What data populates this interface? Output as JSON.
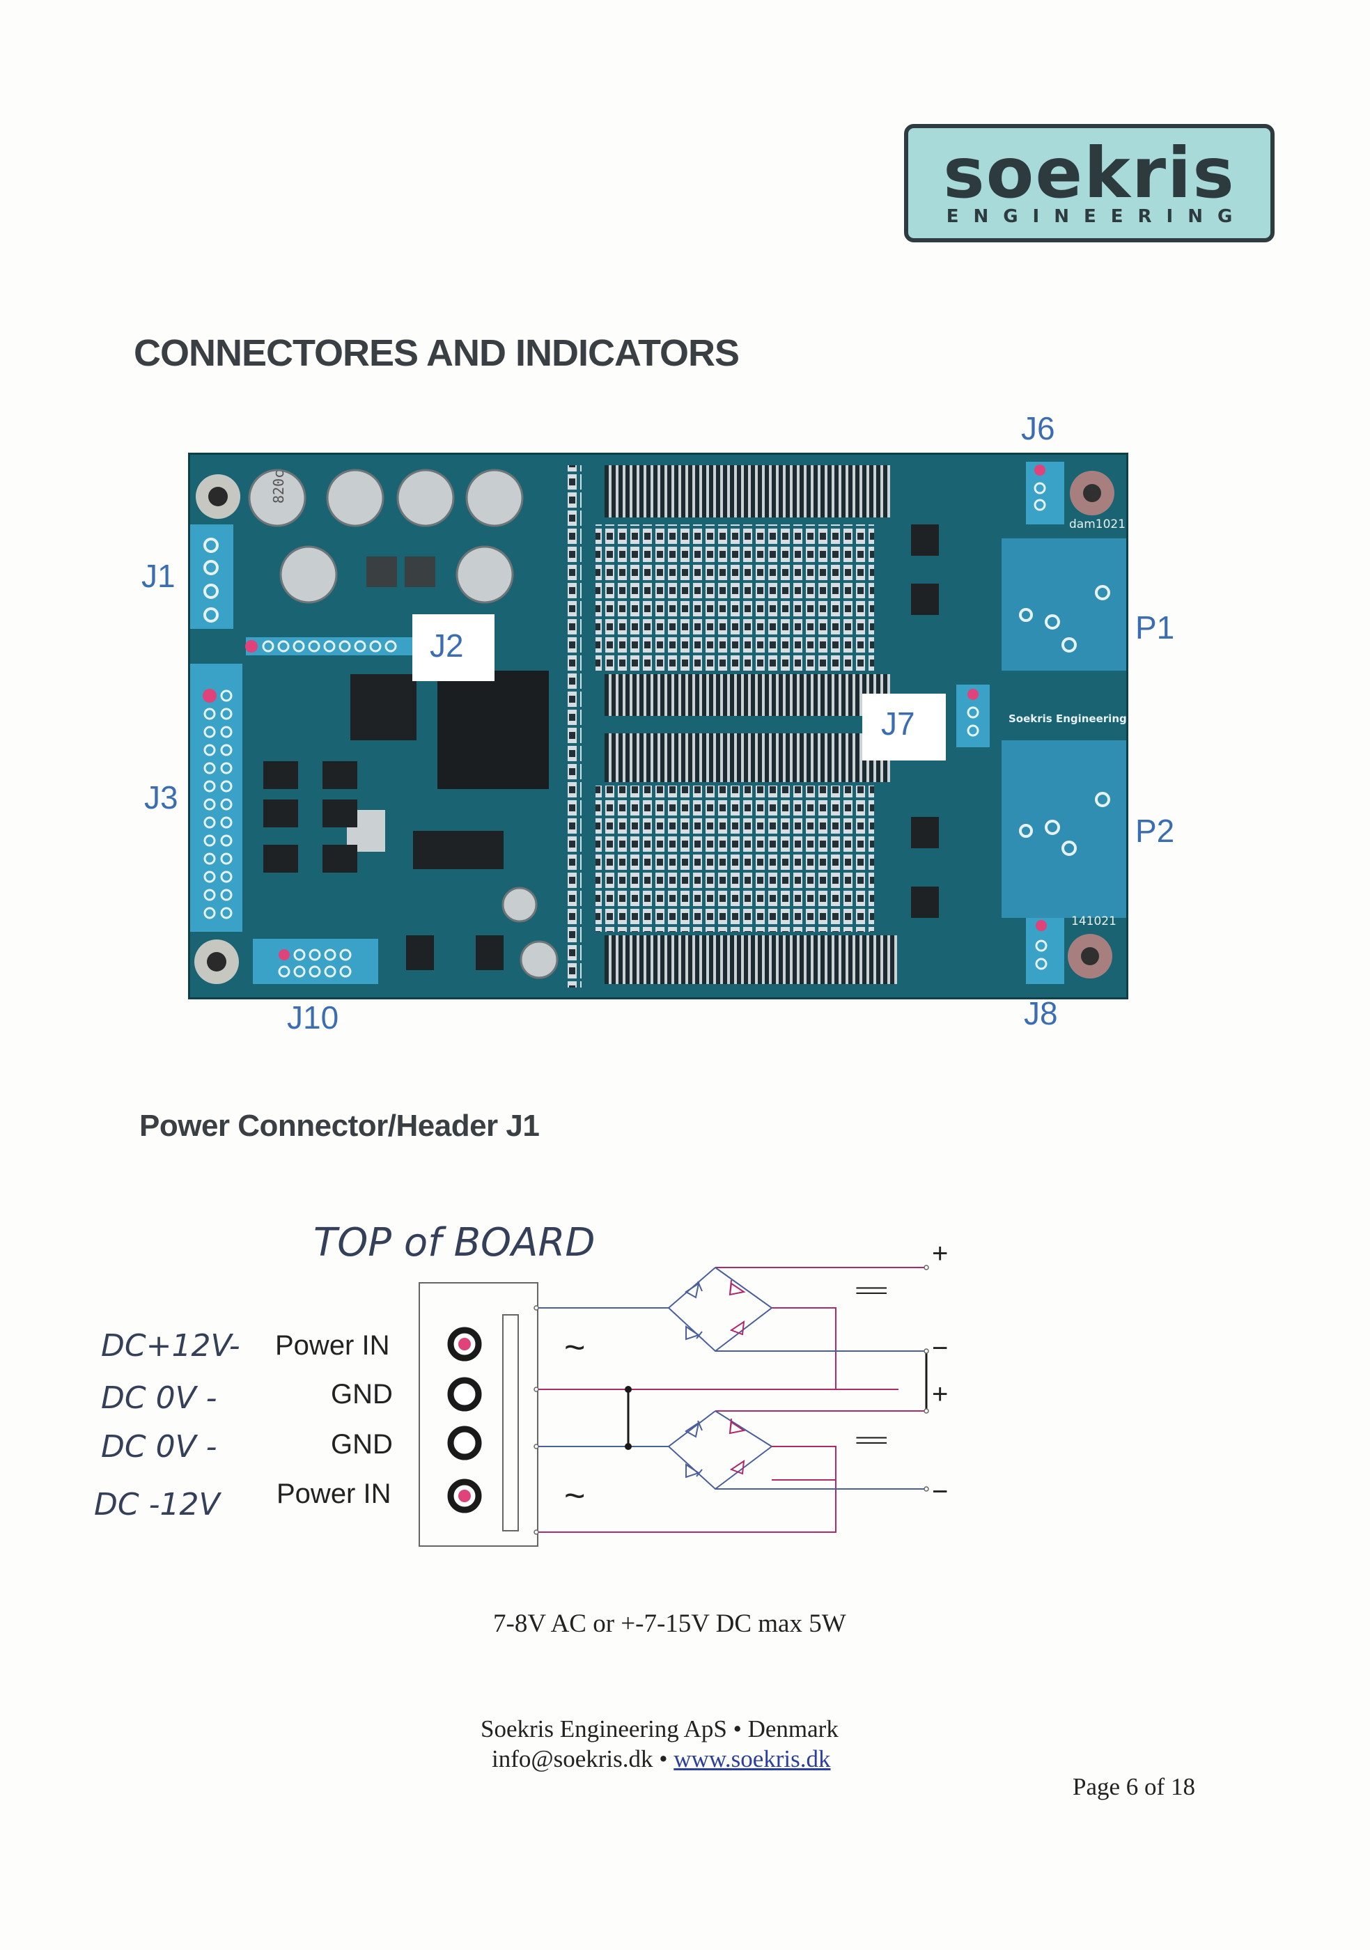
{
  "logo": {
    "word": "soekris",
    "sub": "ENGINEERING"
  },
  "title": "CONNECTORES AND INDICATORS",
  "board_labels": {
    "J1": "J1",
    "J2": "J2",
    "J3": "J3",
    "J6": "J6",
    "J7": "J7",
    "J8": "J8",
    "J10": "J10",
    "P1": "P1",
    "P2": "P2"
  },
  "board_silkscreen": {
    "dam": "dam1021",
    "brand": "Soekris Engineering",
    "date": "141021",
    "cap": "820c"
  },
  "subtitle": "Power Connector/Header J1",
  "diagram": {
    "top_of_board": "TOP of BOARD",
    "notes": [
      "DC+12V-",
      "DC 0V -",
      "DC 0V -",
      "DC -12V"
    ],
    "pins": [
      "Power IN",
      "GND",
      "GND",
      "Power IN"
    ],
    "tilde": "~",
    "plus": "+",
    "minus": "−",
    "dc_symbol": "==="
  },
  "spec": "7-8V AC or +-7-15V DC max 5W",
  "footer": {
    "company": "Soekris Engineering ApS • Denmark",
    "email": "info@soekris.dk •",
    "url": "www.soekris.dk",
    "page": "Page 6 of 18"
  },
  "colors": {
    "callout": "#3b6db3",
    "pcb": "#1a6372",
    "pin_pink": "#e0427a",
    "wire_blue": "#4a5f9c",
    "wire_red": "#b02a6a"
  }
}
